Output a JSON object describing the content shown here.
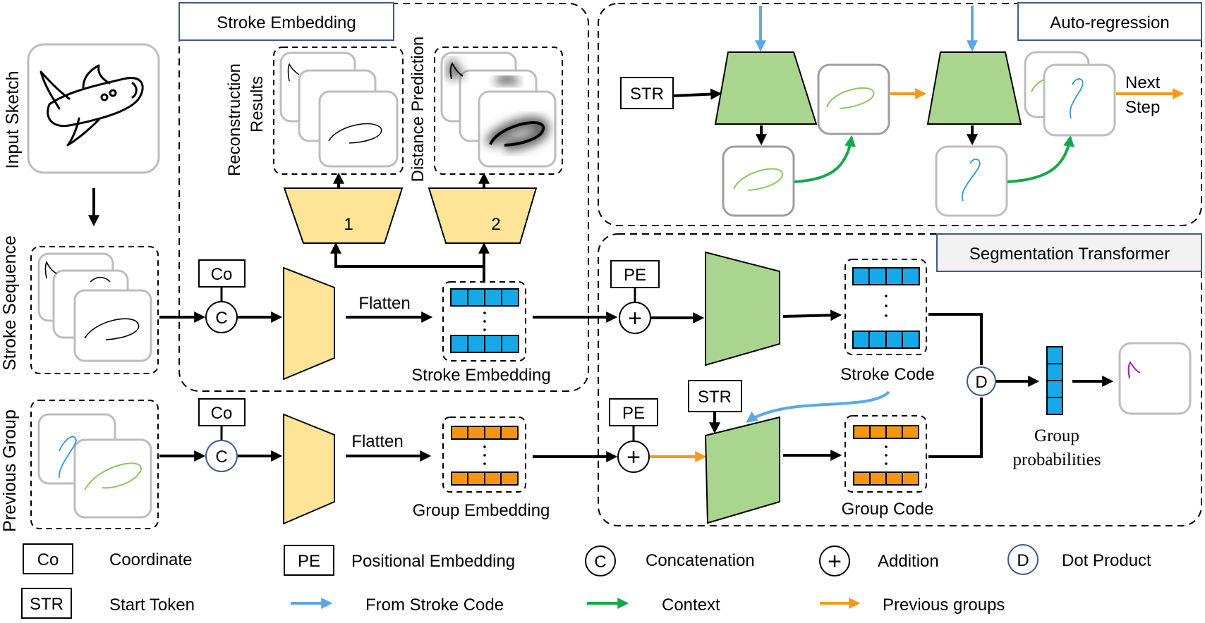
{
  "sections": {
    "stroke_embedding_title": "Stroke Embedding",
    "auto_regression_title": "Auto-regression",
    "segmentation_title": "Segmentation Transformer"
  },
  "left_labels": {
    "input_sketch": "Input Sketch",
    "stroke_sequence": "Stroke Sequence",
    "previous_group": "Previous Group"
  },
  "embedding": {
    "reconstruction_line1": "Reconstruction",
    "reconstruction_line2": "Results",
    "distance_prediction": "Distance Prediction",
    "decoder1_label": "1",
    "decoder2_label": "2",
    "co_label": "Co",
    "c_label": "C",
    "flatten_label": "Flatten",
    "stroke_embedding_label": "Stroke Embedding",
    "group_embedding_label": "Group Embedding"
  },
  "autoregression": {
    "str_label": "STR",
    "next_step_line1": "Next",
    "next_step_line2": "Step"
  },
  "segmentation": {
    "pe_label": "PE",
    "str_label": "STR",
    "stroke_code_label": "Stroke Code",
    "group_code_label": "Group Code",
    "d_label": "D",
    "group_probabilities_line1": "Group",
    "group_probabilities_line2": "probabilities"
  },
  "legend": {
    "co_symbol": "Co",
    "co_text": "Coordinate",
    "pe_symbol": "PE",
    "pe_text": "Positional Embedding",
    "c_symbol": "C",
    "c_text": "Concatenation",
    "plus_symbol": "+",
    "plus_text": "Addition",
    "d_symbol": "D",
    "d_text": "Dot Product",
    "str_symbol": "STR",
    "str_text": "Start Token",
    "blue_text": "From Stroke Code",
    "green_text": "Context",
    "orange_text": "Previous groups"
  },
  "colors": {
    "encoder_yellow": "#FDE497",
    "transformer_green": "#A9D58E",
    "cell_blue": "#16A8E8",
    "cell_orange": "#F5960F",
    "arrow_blue": "#5AA9E6",
    "arrow_green": "#15A84A",
    "arrow_orange": "#F39A1E",
    "title_border": "#3D5A8C",
    "frame_gray": "#BDBDBD"
  }
}
